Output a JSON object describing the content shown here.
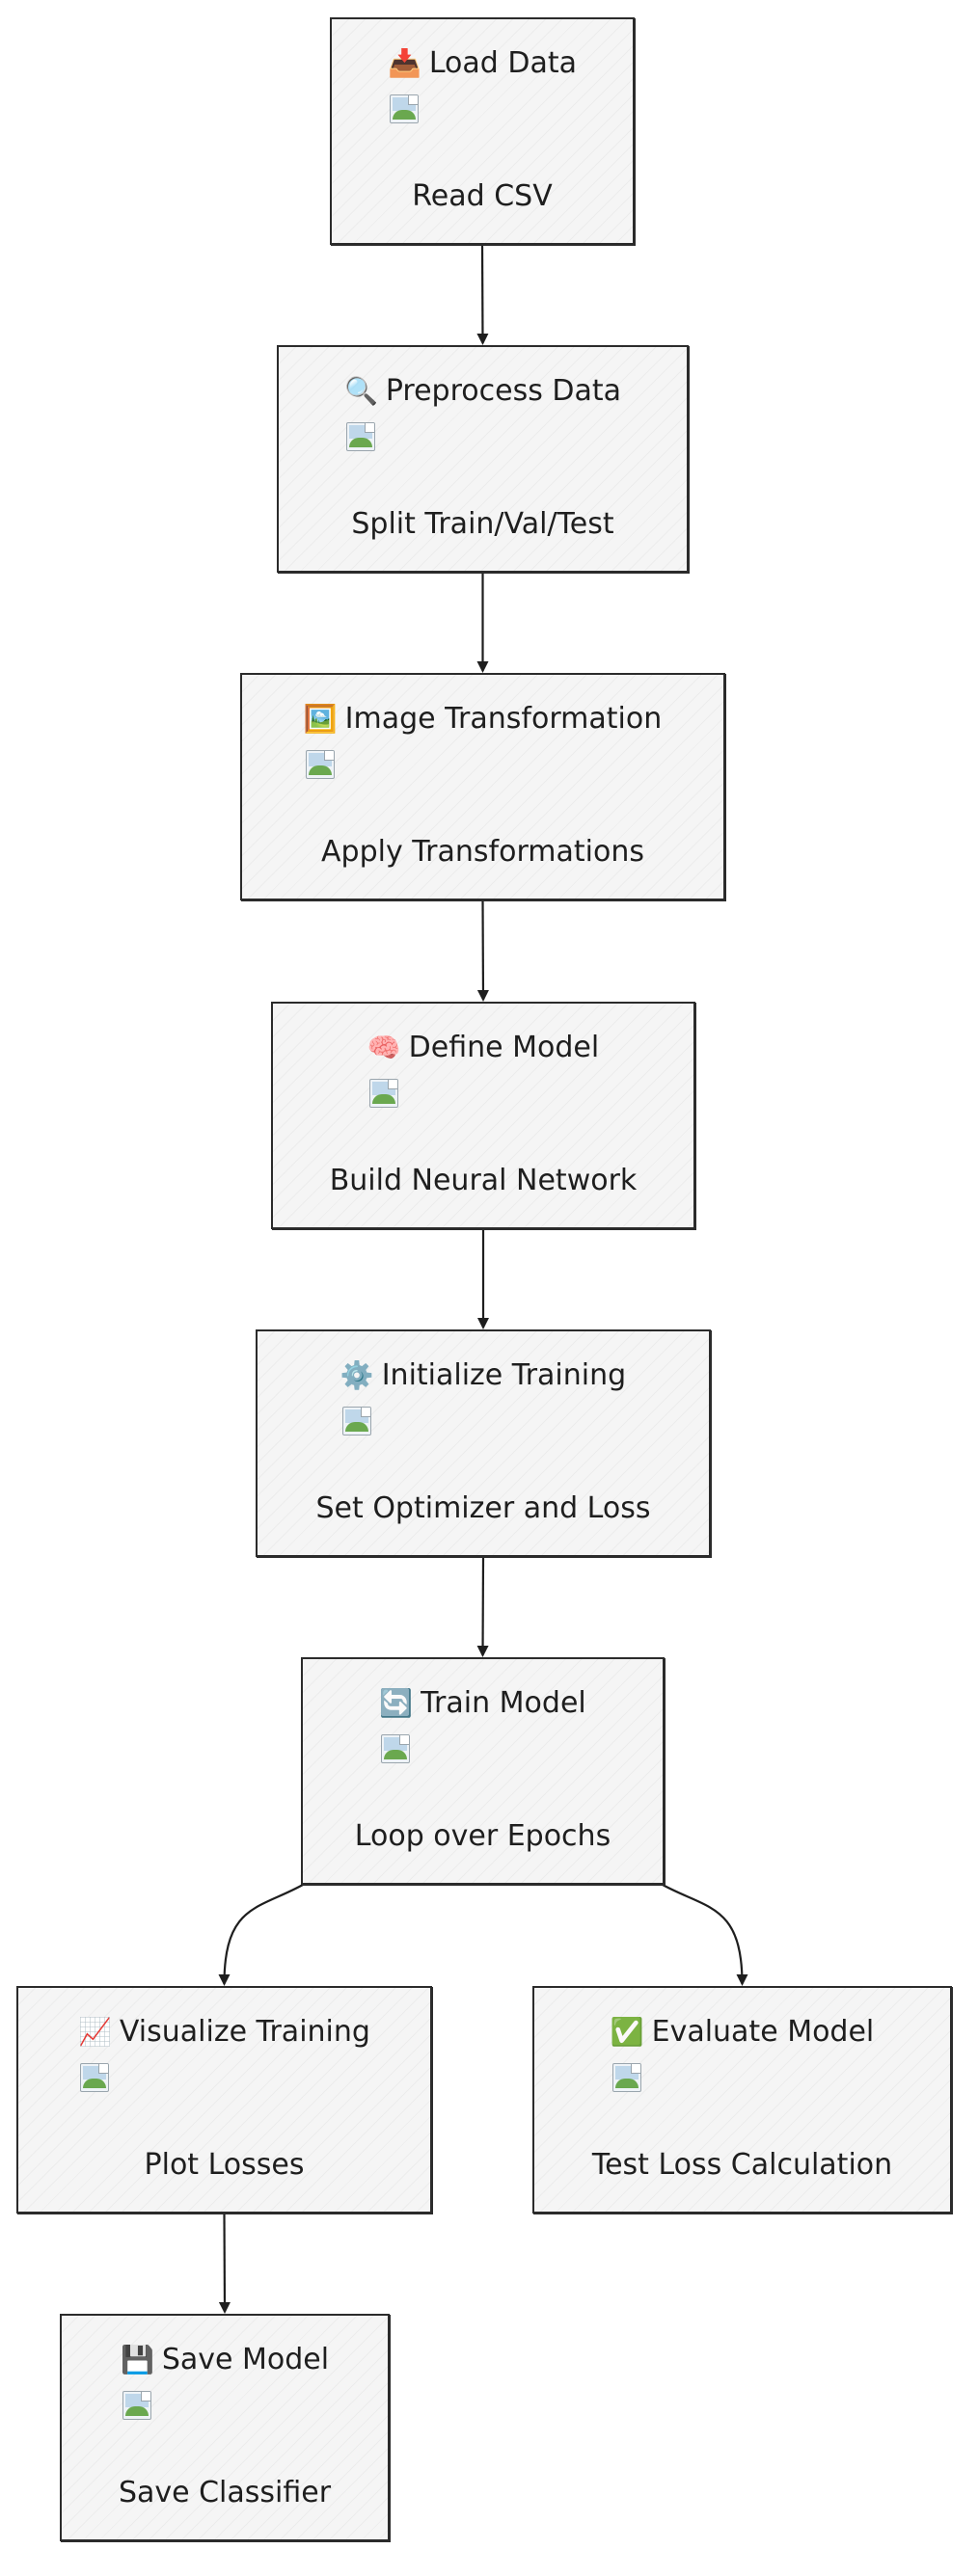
{
  "diagram": {
    "nodes": [
      {
        "id": "load",
        "icon": "inbox-tray-icon",
        "emoji": "📥",
        "title": "Load Data",
        "label": "Read CSV"
      },
      {
        "id": "preprocess",
        "icon": "magnifier-icon",
        "emoji": "🔍",
        "title": "Preprocess Data",
        "label": "Split Train/Val/Test"
      },
      {
        "id": "transform",
        "icon": "framed-picture-icon",
        "emoji": "🖼️",
        "title": "Image Transformation",
        "label": "Apply Transformations"
      },
      {
        "id": "define",
        "icon": "brain-icon",
        "emoji": "🧠",
        "title": "Define Model",
        "label": "Build Neural Network"
      },
      {
        "id": "init",
        "icon": "gear-icon",
        "emoji": "⚙️",
        "title": "Initialize Training",
        "label": "Set Optimizer and Loss"
      },
      {
        "id": "train",
        "icon": "arrows-cycle-icon",
        "emoji": "🔄",
        "title": "Train Model",
        "label": "Loop over Epochs"
      },
      {
        "id": "visualize",
        "icon": "chart-increasing-icon",
        "emoji": "📈",
        "title": "Visualize Training",
        "label": "Plot Losses"
      },
      {
        "id": "evaluate",
        "icon": "check-mark-button-icon",
        "emoji": "✅",
        "title": "Evaluate Model",
        "label": "Test Loss Calculation"
      },
      {
        "id": "save",
        "icon": "floppy-disk-icon",
        "emoji": "💾",
        "title": "Save Model",
        "label": "Save Classifier"
      }
    ],
    "edges": [
      {
        "from": "load",
        "to": "preprocess"
      },
      {
        "from": "preprocess",
        "to": "transform"
      },
      {
        "from": "transform",
        "to": "define"
      },
      {
        "from": "define",
        "to": "init"
      },
      {
        "from": "init",
        "to": "train"
      },
      {
        "from": "train",
        "to": "visualize"
      },
      {
        "from": "train",
        "to": "evaluate"
      },
      {
        "from": "visualize",
        "to": "save"
      }
    ]
  }
}
